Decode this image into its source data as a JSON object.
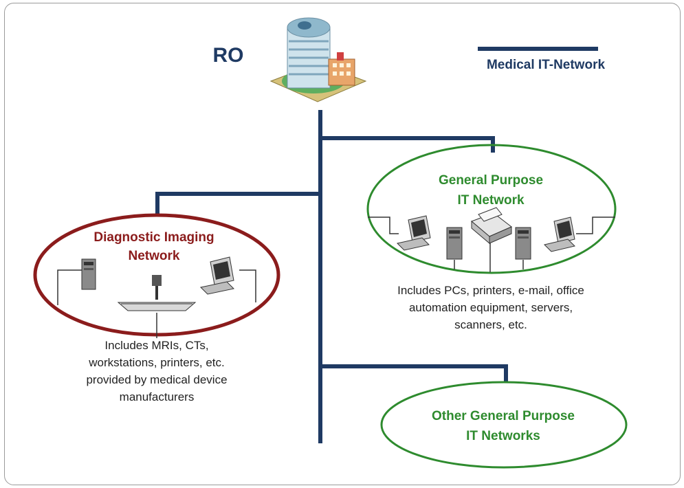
{
  "header": {
    "ro_label": "RO",
    "legend_label": "Medical IT-Network"
  },
  "diagnostic": {
    "title_line1": "Diagnostic Imaging",
    "title_line2": "Network",
    "desc_line1": "Includes MRIs, CTs,",
    "desc_line2": "workstations, printers, etc.",
    "desc_line3": "provided by medical device",
    "desc_line4": "manufacturers"
  },
  "general": {
    "title_line1": "General Purpose",
    "title_line2": "IT Network",
    "desc_line1": "Includes PCs, printers, e-mail, office",
    "desc_line2": "automation equipment, servers,",
    "desc_line3": "scanners, etc."
  },
  "other": {
    "title_line1": "Other General Purpose",
    "title_line2": "IT Networks"
  },
  "colors": {
    "backbone": "#1f3a63",
    "diagnostic": "#8b1c1c",
    "general": "#2e8b2e"
  }
}
